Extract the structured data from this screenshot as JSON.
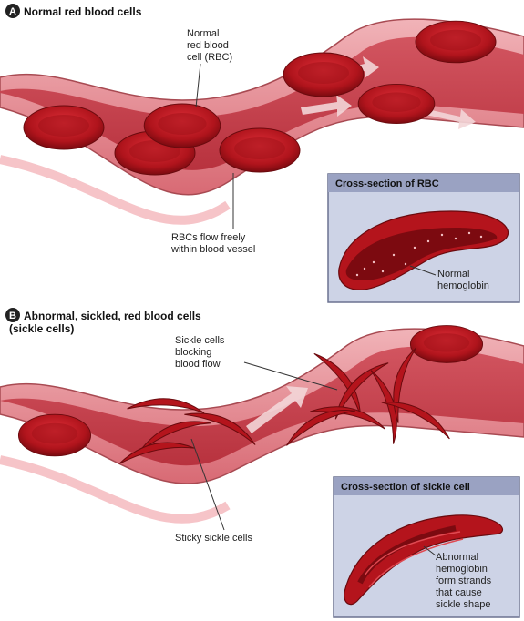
{
  "panel_a": {
    "badge": "A",
    "title": "Normal red blood cells",
    "label_rbc": [
      "Normal",
      "red blood",
      "cell (RBC)"
    ],
    "label_flow": [
      "RBCs flow freely",
      "within blood vessel"
    ],
    "inset_title": "Cross-section of RBC",
    "inset_label": [
      "Normal",
      "hemoglobin"
    ]
  },
  "panel_b": {
    "badge": "B",
    "title": [
      "Abnormal, sickled, red blood cells",
      "(sickle cells)"
    ],
    "label_blocking": [
      "Sickle cells",
      "blocking",
      "blood flow"
    ],
    "label_sticky": "Sticky sickle cells",
    "inset_title": "Cross-section of sickle cell",
    "inset_label": [
      "Abnormal",
      "hemoglobin",
      "form strands",
      "that cause",
      "sickle shape"
    ]
  },
  "colors": {
    "vessel_outer": "#e8929a",
    "vessel_inner": "#c94a55",
    "cell": "#c0161f",
    "cell_dark": "#8e0c12",
    "inset_bg": "#cdd3e6",
    "inset_header": "#9aa2c2"
  }
}
